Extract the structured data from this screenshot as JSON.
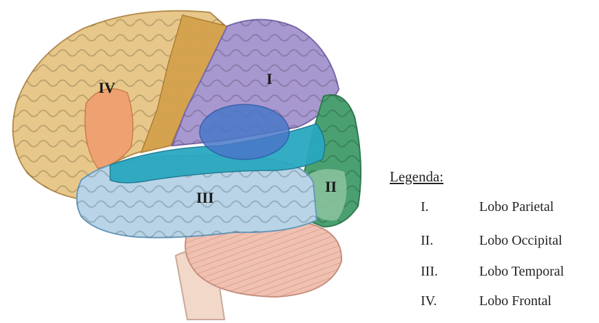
{
  "diagram": {
    "labels": {
      "parietal": "I",
      "occipital": "II",
      "temporal": "III",
      "frontal": "IV"
    },
    "colors": {
      "frontal": "#e8c88a",
      "frontal_motor": "#d4a24c",
      "frontal_orange": "#f0a070",
      "parietal": "#a898d0",
      "temporal": "#b8d4e6",
      "temporal_teal": "#2aa8c0",
      "occipital": "#4aa070",
      "insula": "#4a78c8",
      "cerebellum": "#f0c0b0",
      "brainstem": "#f2d8c8"
    }
  },
  "legend": {
    "title": "Legenda:",
    "items": [
      {
        "num": "I.",
        "name": "Lobo Parietal"
      },
      {
        "num": "II.",
        "name": "Lobo Occipital"
      },
      {
        "num": "III.",
        "name": "Lobo Temporal"
      },
      {
        "num": "IV.",
        "name": "Lobo Frontal"
      }
    ]
  }
}
